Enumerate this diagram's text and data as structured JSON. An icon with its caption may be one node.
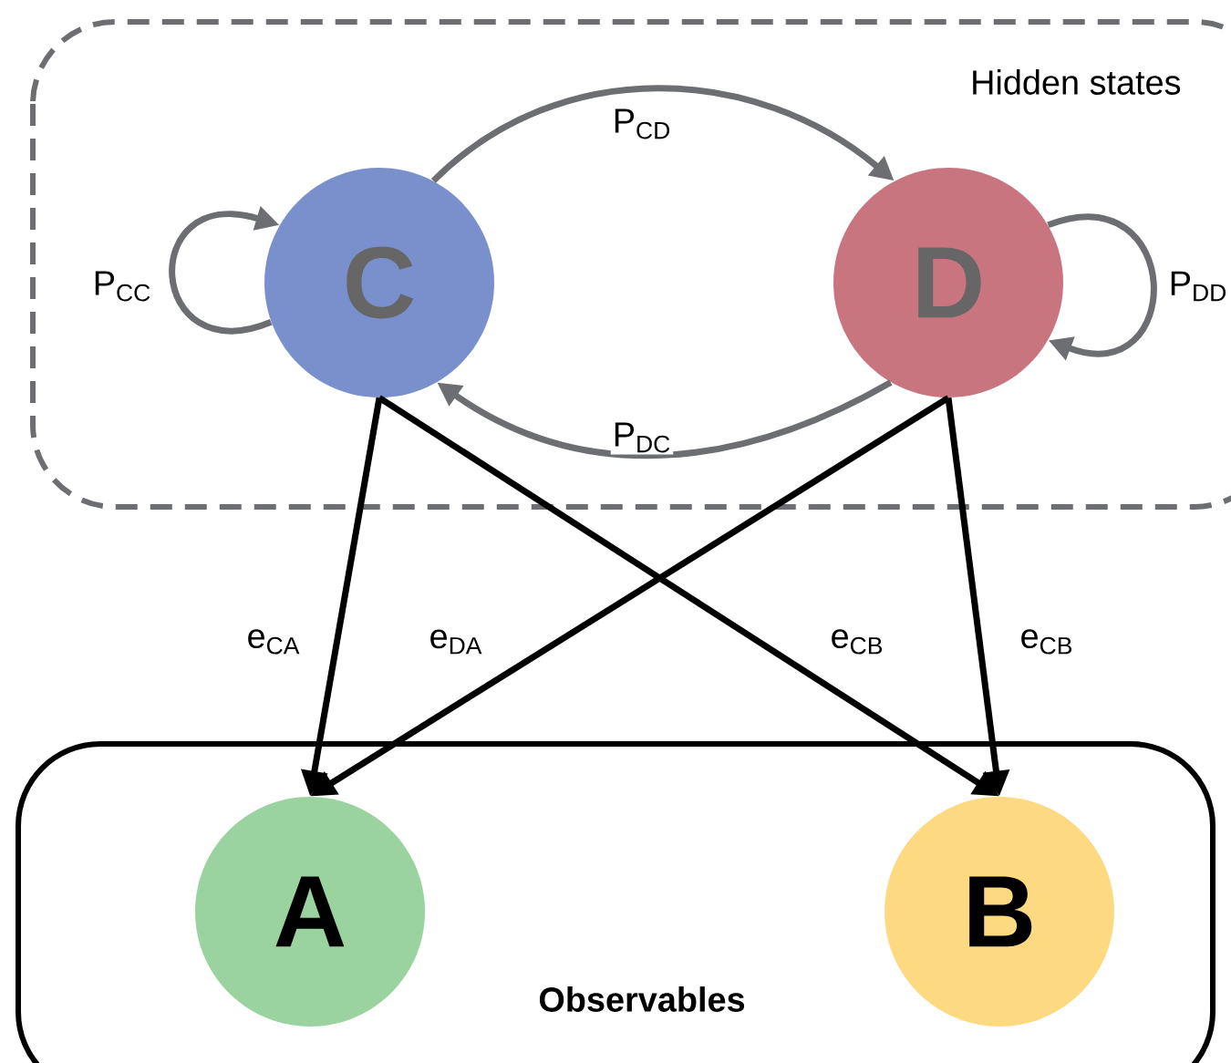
{
  "diagram": {
    "nodes": [
      {
        "text": [
          "Hidden states"
        ]
      },
      {
        "text": [
          "C"
        ],
        "in": 0
      },
      {
        "text": [
          "D"
        ],
        "in": 0
      },
      {
        "text": [
          "Observables"
        ]
      },
      {
        "text": [
          "A"
        ],
        "in": 3
      },
      {
        "text": [
          "B"
        ],
        "in": 3
      }
    ],
    "edges": [
      {
        "from": 1,
        "to": 1,
        "arrow": "to",
        "label": "P$_{CC}$",
        "color": "#6d6e71"
      },
      {
        "from": 1,
        "to": 2,
        "arrow": "to",
        "label": "P$_{CD}$",
        "color": "#6d6e71"
      },
      {
        "from": 2,
        "to": 2,
        "arrow": "to",
        "label": "P$_{DD}$",
        "color": "#6d6e71"
      },
      {
        "from": 2,
        "to": 1,
        "arrow": "to",
        "label": "P$_{DC}$",
        "color": "#6d6e71"
      },
      {
        "from": 1,
        "to": 4,
        "arrow": "to",
        "label": "e$_{CA}$",
        "color": "#000000"
      },
      {
        "from": 2,
        "to": 4,
        "arrow": "to",
        "label": "e$_{DA}$",
        "color": "#000000"
      },
      {
        "from": 1,
        "to": 5,
        "arrow": "to",
        "label": "e$_{CB}$",
        "color": "#000000"
      },
      {
        "from": 2,
        "to": 5,
        "arrow": "to",
        "label": "e$_{CB}$",
        "color": "#000000"
      }
    ]
  }
}
